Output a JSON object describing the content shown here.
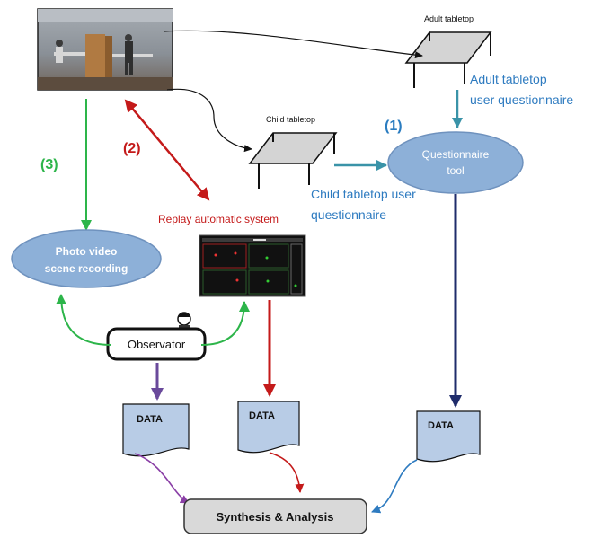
{
  "labels": {
    "adult_tabletop": "Adult tabletop",
    "child_tabletop": "Child tabletop",
    "adult_questionnaire_line1": "Adult tabletop",
    "adult_questionnaire_line2": "user questionnaire",
    "child_questionnaire_line1": "Child tabletop user",
    "child_questionnaire_line2": "questionnaire",
    "questionnaire_tool_line1": "Questionnaire",
    "questionnaire_tool_line2": "tool",
    "photo_video_line1": "Photo video",
    "photo_video_line2": "scene recording",
    "replay_system": "Replay automatic system",
    "observer": "Observator",
    "data": "DATA",
    "synthesis": "Synthesis & Analysis"
  },
  "step_markers": {
    "one": "(1)",
    "two": "(2)",
    "three": "(3)"
  },
  "colors": {
    "ellipse_fill": "#8DB0D8",
    "ellipse_stroke": "#6F92BE",
    "questionnaire_blue": "#2E7BC0",
    "teal_arrow": "#3A93A8",
    "navy_arrow": "#1F2C6B",
    "red_arrow": "#C41A1A",
    "green_arrow": "#2DB54A",
    "purple_arrow": "#6A4A9B",
    "step1": "#2A7CC0",
    "step2": "#C41A1A",
    "step3": "#2DB54A",
    "doc_fill": "#B8CCE6",
    "synthesis_fill": "#D9D9D9"
  },
  "icons": {
    "photo": "scene-photo",
    "tabletop": "tabletop-icon",
    "screen": "replay-screen",
    "observer": "person-icon",
    "document": "document-icon"
  }
}
